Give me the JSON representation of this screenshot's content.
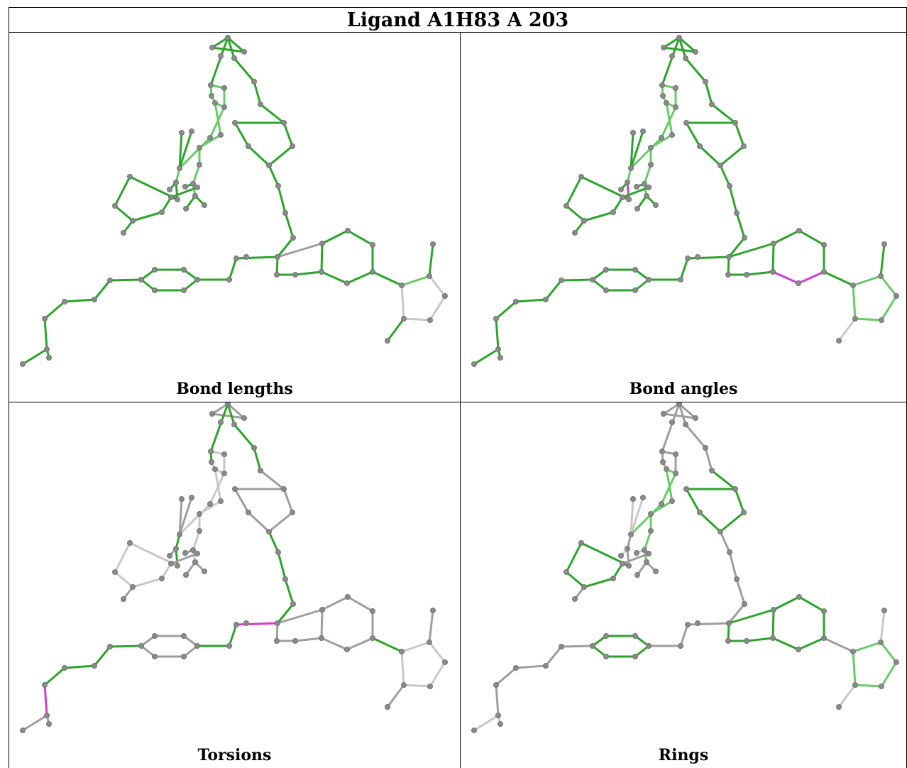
{
  "title": "Ligand A1H83 A 203",
  "panels": [
    {
      "caption": "Bond lengths"
    },
    {
      "caption": "Bond angles"
    },
    {
      "caption": "Torsions"
    },
    {
      "caption": "Rings"
    }
  ],
  "colors": {
    "atom": "#8a8a8a",
    "bond_ok_dark": "#2aa52a",
    "bond_ok_light": "#66cc66",
    "bond_neutral": "#9e9e9e",
    "bond_neutral_light": "#c8c8c8",
    "bond_outlier": "#d23cd2"
  }
}
